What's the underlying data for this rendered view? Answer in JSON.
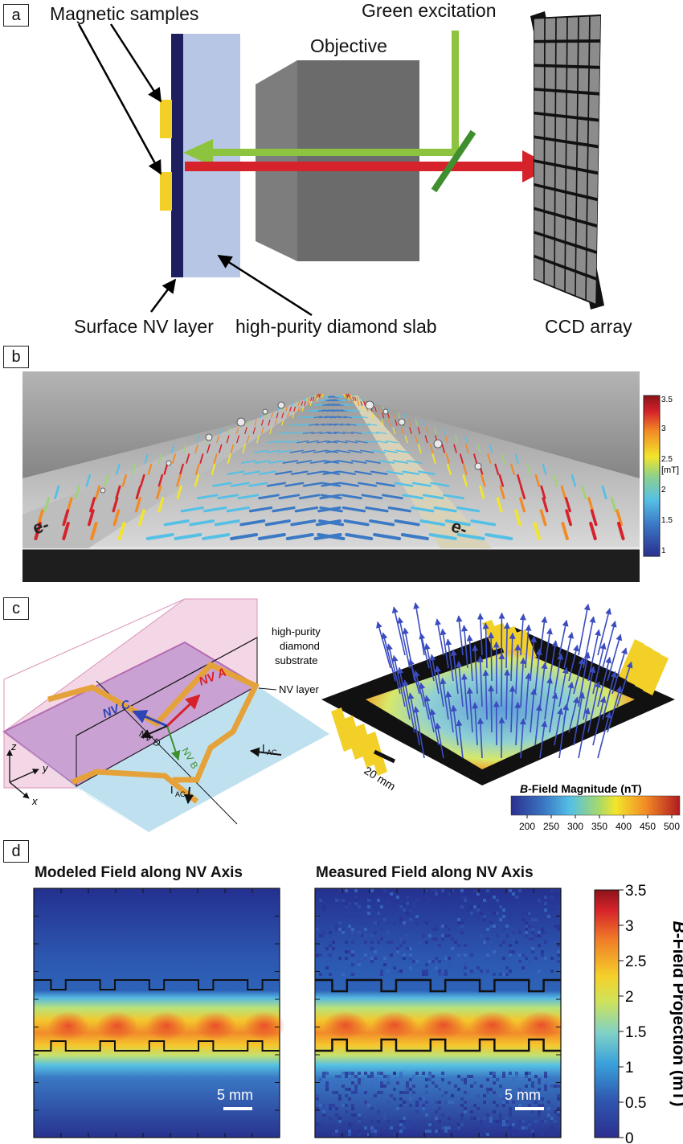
{
  "panels": {
    "a": {
      "letter": "a",
      "labels": {
        "magnetic_samples": "Magnetic samples",
        "green_excitation": "Green excitation",
        "objective": "Objective",
        "surface_nv_layer": "Surface NV layer",
        "diamond_slab": "high-purity diamond slab",
        "ccd_array": "CCD array"
      }
    },
    "b": {
      "letter": "b",
      "colorbar": {
        "unit": "[mT]",
        "ticks": [
          "3.5",
          "3",
          "2.5",
          "2",
          "1.5",
          "1"
        ]
      },
      "electron_label": "e-"
    },
    "c": {
      "letter": "c",
      "labels": {
        "diamond_substrate": [
          "high-purity",
          "diamond",
          "substrate"
        ],
        "nv_layer": "NV layer",
        "nv_a": "NV A",
        "nv_b": "NV B",
        "nv_c": "NV C",
        "nv_d": "NV D",
        "i_ac_main": "I",
        "i_ac_sub": "AC",
        "axis_z": "z",
        "axis_y": "y",
        "axis_x": "x",
        "scale": "20 mm"
      },
      "colorbar": {
        "title_italic": "B",
        "title_rest": "-Field Magnitude (nT)",
        "ticks": [
          "200",
          "250",
          "300",
          "350",
          "400",
          "450",
          "500"
        ]
      }
    },
    "d": {
      "letter": "d",
      "left_title": "Modeled Field along NV Axis",
      "right_title": "Measured Field along NV Axis",
      "scale_label": "5 mm",
      "colorbar": {
        "title_italic": "B",
        "title_rest": "-Field Projection (mT)",
        "ticks": [
          "3.5",
          "3",
          "2.5",
          "2",
          "1.5",
          "1",
          "0.5",
          "0"
        ]
      }
    }
  },
  "colors": {
    "nv_layer": "#1e1f5e",
    "diamond": "#b7c6e4",
    "sample": "#f2d027",
    "green_beam": "#8cc43f",
    "red_beam": "#d6222a",
    "objective_front": "#6b6b6b",
    "ccd": "#8c8c8c"
  }
}
